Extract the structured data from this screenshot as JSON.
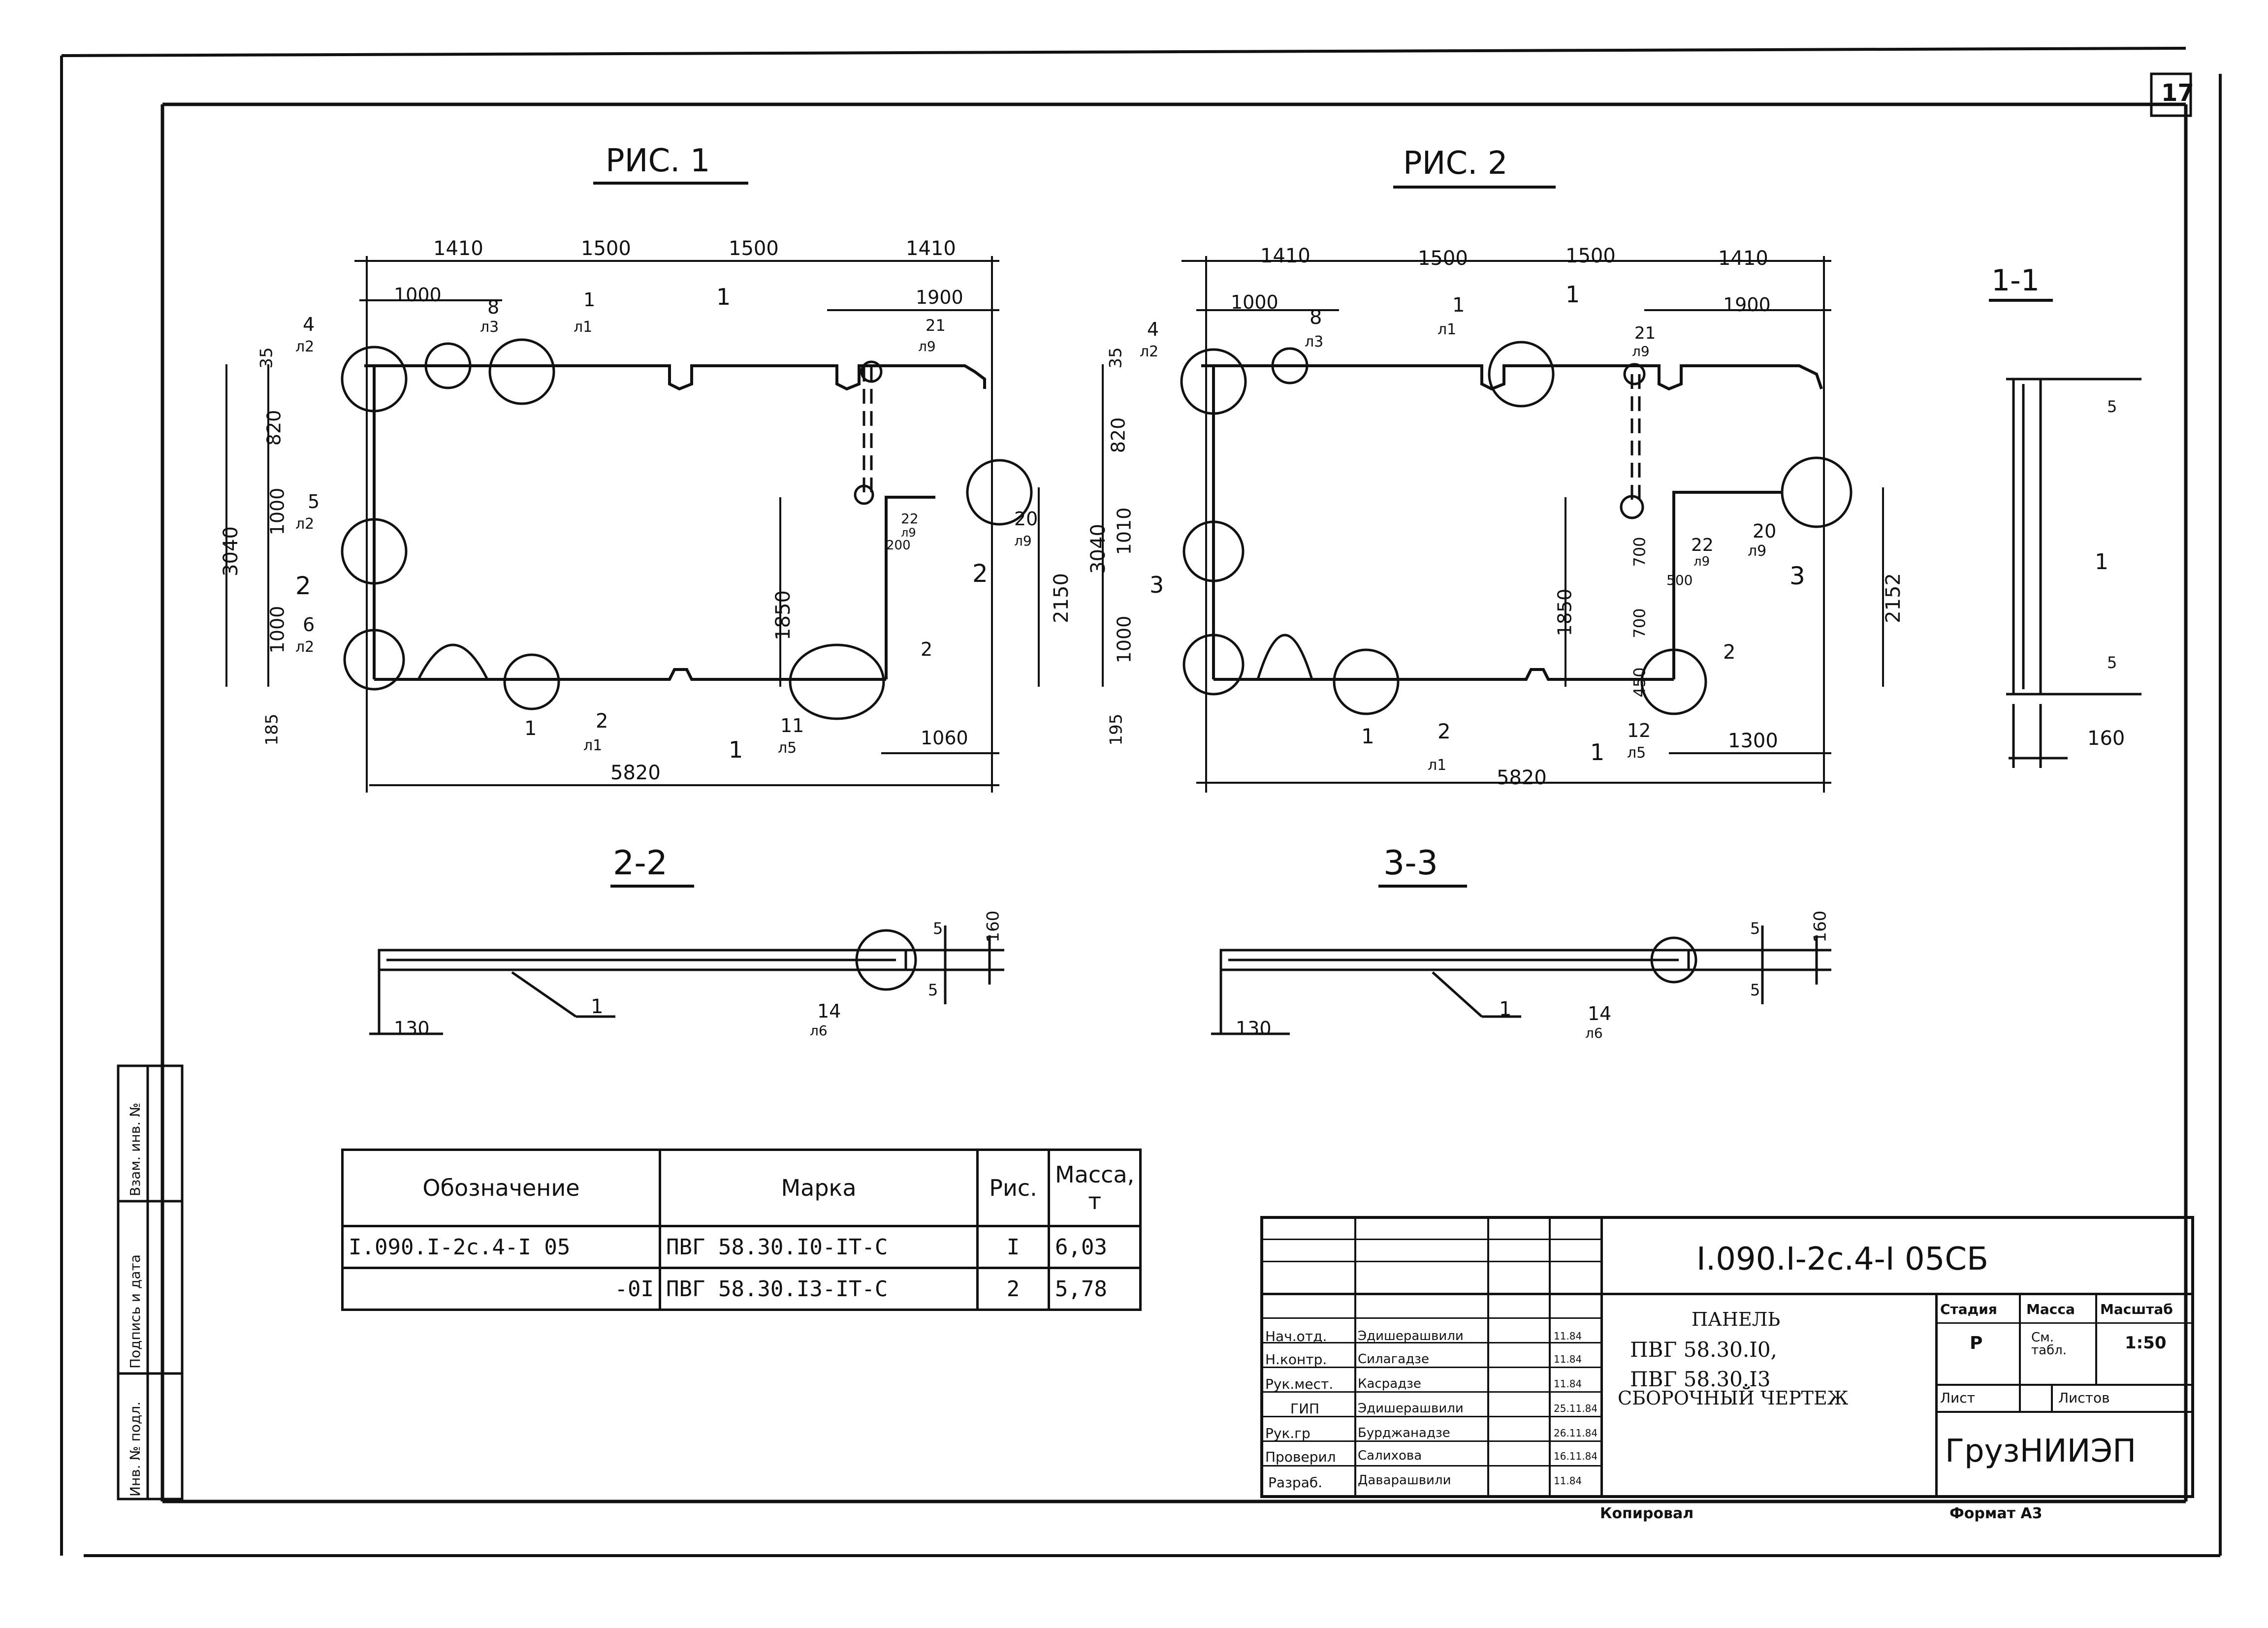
{
  "sheet": {
    "number": "17",
    "format_label": "Формат А3",
    "copied_label": "Копировал"
  },
  "figures": {
    "fig1": {
      "title": "РИС. 1",
      "top_dims": [
        "1410",
        "1500",
        "1500",
        "1410"
      ],
      "sub_dims": [
        "1000",
        "1900"
      ],
      "left_dims": [
        "35",
        "820",
        "1000",
        "1000",
        "185"
      ],
      "overall_height": "3040",
      "right_height": "2150",
      "inner_height": "1850",
      "bottom_dims": [
        "1060"
      ],
      "overall_width": "5820",
      "small_dim": "200",
      "callouts": [
        {
          "pos": "4",
          "sheet": "л2"
        },
        {
          "pos": "8",
          "sheet": "л3"
        },
        {
          "pos": "1",
          "sheet": "л1"
        },
        {
          "pos": "21",
          "sheet": "л9"
        },
        {
          "pos": "5",
          "sheet": "л2"
        },
        {
          "pos": "6",
          "sheet": "л2"
        },
        {
          "pos": "22",
          "sheet": "л9"
        },
        {
          "pos": "20",
          "sheet": "л9"
        },
        {
          "pos": "2",
          "sheet": "л1"
        },
        {
          "pos": "11",
          "sheet": "л5"
        },
        {
          "pos": "1",
          "sheet": ""
        },
        {
          "pos": "2",
          "sheet": ""
        }
      ],
      "section_marks": [
        "1",
        "1",
        "2",
        "2"
      ]
    },
    "fig2": {
      "title": "РИС. 2",
      "top_dims": [
        "1410",
        "1500",
        "1500",
        "1410"
      ],
      "sub_dims": [
        "1000",
        "1900"
      ],
      "left_dims": [
        "35",
        "820",
        "1010",
        "1000",
        "195"
      ],
      "overall_height": "3040",
      "right_height": "2152",
      "inner_dims": [
        "700",
        "700",
        "1850",
        "450"
      ],
      "bottom_dims": [
        "1300"
      ],
      "overall_width": "5820",
      "small_dim": "500",
      "callouts": [
        {
          "pos": "4",
          "sheet": "л2"
        },
        {
          "pos": "8",
          "sheet": "л3"
        },
        {
          "pos": "1",
          "sheet": "л1"
        },
        {
          "pos": "21",
          "sheet": "л9"
        },
        {
          "pos": "22",
          "sheet": "л9"
        },
        {
          "pos": "20",
          "sheet": "л9"
        },
        {
          "pos": "2",
          "sheet": "л1"
        },
        {
          "pos": "12",
          "sheet": "л5"
        },
        {
          "pos": "1",
          "sheet": ""
        },
        {
          "pos": "2",
          "sheet": ""
        }
      ],
      "section_marks": [
        "1",
        "1",
        "3",
        "3"
      ]
    },
    "section_1_1": {
      "title": "1-1",
      "dim_thickness": "160",
      "callout": "1",
      "dims": [
        "5",
        "5"
      ]
    },
    "section_2_2": {
      "title": "2-2",
      "dims": [
        "130",
        "160",
        "5",
        "5"
      ],
      "callouts": [
        {
          "pos": "1",
          "sheet": ""
        },
        {
          "pos": "14",
          "sheet": "л6"
        }
      ]
    },
    "section_3_3": {
      "title": "3-3",
      "dims": [
        "130",
        "160",
        "5",
        "5"
      ],
      "callouts": [
        {
          "pos": "1",
          "sheet": ""
        },
        {
          "pos": "14",
          "sheet": "л6"
        }
      ]
    }
  },
  "spec_table": {
    "headers": [
      "Обозначение",
      "Марка",
      "Рис.",
      "Масса, т"
    ],
    "rows": [
      {
        "designation": "I.090.I-2с.4-I 05",
        "mark": "ПВГ 58.30.I0-IТ-С",
        "fig": "I",
        "mass": "6,03"
      },
      {
        "designation": "-0I",
        "mark": "ПВГ 58.30.I3-IТ-С",
        "fig": "2",
        "mass": "5,78"
      }
    ]
  },
  "title_block": {
    "doc_code": "I.090.I-2с.4-I 05СБ",
    "title_lines": [
      "ПАНЕЛЬ",
      "ПВГ 58.30.I0,",
      "ПВГ 58.30.I3",
      "СБОРОЧНЫЙ ЧЕРТЕЖ"
    ],
    "stage_label": "Стадия",
    "mass_label": "Масса",
    "scale_label": "Масштаб",
    "stage": "Р",
    "mass": "См. табл.",
    "scale": "1:50",
    "sheet_label": "Лист",
    "sheets_label": "Листов",
    "org": "ГрузНИИЭП",
    "signatures": [
      {
        "role": "Нач.отд.",
        "name": "Эдишерашвили",
        "date": "11.84"
      },
      {
        "role": "Н.контр.",
        "name": "Силагадзе",
        "date": "11.84"
      },
      {
        "role": "Рук.мест.",
        "name": "Касрадзе",
        "date": "11.84"
      },
      {
        "role": "ГИП",
        "name": "Эдишерашвили",
        "date": "25.11.84"
      },
      {
        "role": "Рук.гр",
        "name": "Бурджанадзе",
        "date": "26.11.84"
      },
      {
        "role": "Проверил",
        "name": "Салихова",
        "date": "16.11.84"
      },
      {
        "role": "Разраб.",
        "name": "Даварашвили",
        "date": "11.84"
      }
    ]
  },
  "side_stamp": {
    "cells": [
      "Инв. № подл.",
      "Подпись и дата",
      "Взам. инв. №"
    ]
  }
}
